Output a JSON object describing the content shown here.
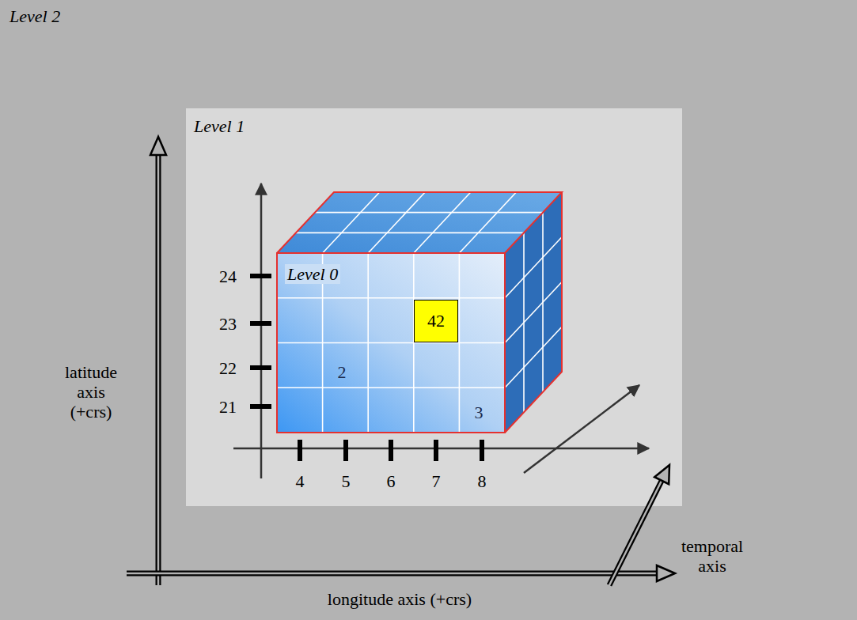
{
  "diagram": {
    "nodes": [
      {
        "text": [
          "Level 2"
        ]
      },
      {
        "text": [
          "Level 1"
        ],
        "in": 0
      },
      {
        "text": [
          "Level 0"
        ],
        "in": 1
      },
      {
        "text": [
          "42"
        ],
        "in": 2
      }
    ],
    "labels": [
      "24",
      "23",
      "22",
      "21",
      "2",
      "3",
      "4",
      "5",
      "6",
      "7",
      "8",
      "latitude axis (+crs)",
      "longitude axis (+crs)",
      "temporal axis"
    ]
  }
}
